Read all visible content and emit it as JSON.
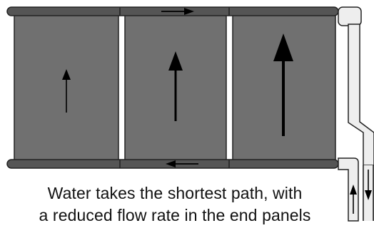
{
  "caption": {
    "line1": "Water takes the shortest path, with",
    "line2": "a reduced flow rate in the end panels"
  },
  "colors": {
    "panel": "#707070",
    "header": "#555555",
    "pipe": "#eeeeee",
    "outline": "#222222",
    "arrow": "#000000",
    "background": "#ffffff"
  },
  "panels": [
    {
      "name": "left",
      "relative_flow": "low"
    },
    {
      "name": "middle",
      "relative_flow": "medium"
    },
    {
      "name": "right",
      "relative_flow": "high"
    }
  ],
  "icons": {
    "panel_arrows": "up-arrow-icon",
    "header_top_arrow": "right-arrow-icon",
    "header_bottom_arrow": "left-arrow-icon",
    "inlet_arrow": "up-arrow-icon",
    "outlet_arrow": "down-arrow-icon"
  }
}
